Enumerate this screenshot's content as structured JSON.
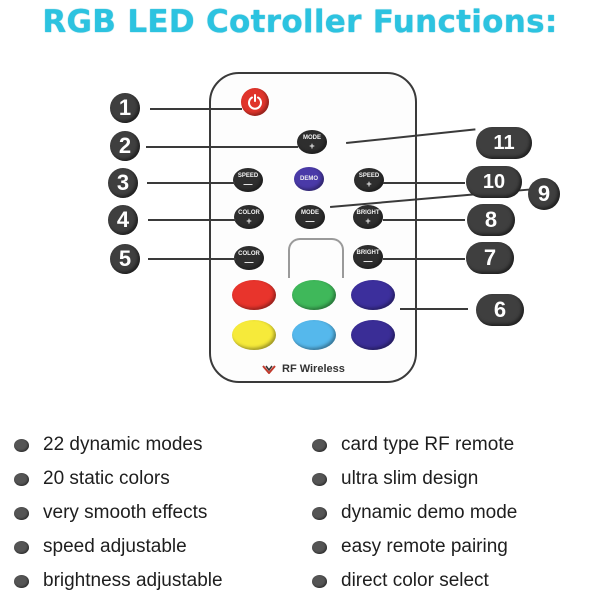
{
  "title": "RGB LED Cotroller Functions:",
  "remote": {
    "buttons": {
      "mode_up": {
        "line1": "MODE",
        "symbol": "+"
      },
      "speed_down": {
        "line1": "SPEED",
        "symbol": "—"
      },
      "demo": {
        "line1": "DEMO"
      },
      "speed_up": {
        "line1": "SPEED",
        "symbol": "+"
      },
      "color_up": {
        "line1": "COLOR",
        "symbol": "+"
      },
      "mode_down": {
        "line1": "MODE",
        "symbol": "—"
      },
      "bright_up": {
        "line1": "BRIGHT",
        "symbol": "+"
      },
      "color_down": {
        "line1": "COLOR",
        "symbol": "—"
      },
      "bright_down": {
        "line1": "BRIGHT",
        "symbol": "—"
      }
    },
    "color_buttons": [
      "#e8342c",
      "#3fb85a",
      "#3c2f9c",
      "#f6ea3a",
      "#55b8ec",
      "#3a2d96"
    ],
    "rf_label": "RF Wireless",
    "power_color": "#e0342b"
  },
  "callouts": [
    "1",
    "2",
    "3",
    "4",
    "5",
    "6",
    "7",
    "8",
    "9",
    "10",
    "11"
  ],
  "features_left": [
    "22 dynamic modes",
    "20 static colors",
    "very smooth effects",
    "speed adjustable",
    "brightness adjustable"
  ],
  "features_right": [
    "card type RF remote",
    "ultra slim design",
    "dynamic demo mode",
    "easy remote pairing",
    "direct color select"
  ]
}
